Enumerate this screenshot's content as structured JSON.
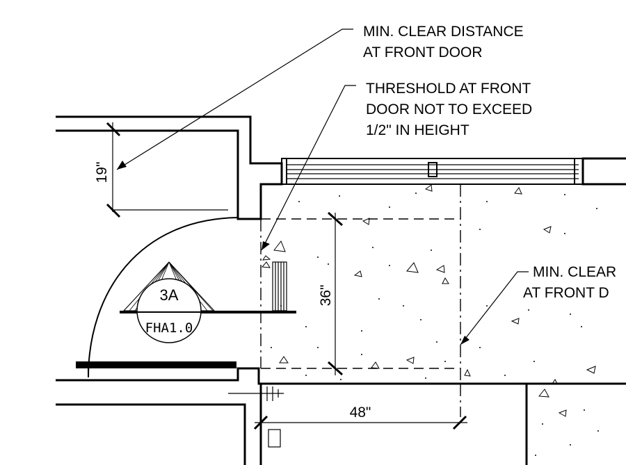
{
  "notes": {
    "clear_distance_line1": "MIN. CLEAR DISTANCE",
    "clear_distance_line2": "AT FRONT DOOR",
    "threshold_line1": "THRESHOLD AT FRONT",
    "threshold_line2": "DOOR NOT TO EXCEED",
    "threshold_line3": "1/2\" IN HEIGHT",
    "clear_right_line1": "MIN. CLEAR",
    "clear_right_line2": "AT FRONT D"
  },
  "dimensions": {
    "vertical_19": "19\"",
    "vertical_36": "36\"",
    "horizontal_48": "48\""
  },
  "detail_tag": {
    "number": "3A",
    "sheet": "FHA1.0"
  }
}
